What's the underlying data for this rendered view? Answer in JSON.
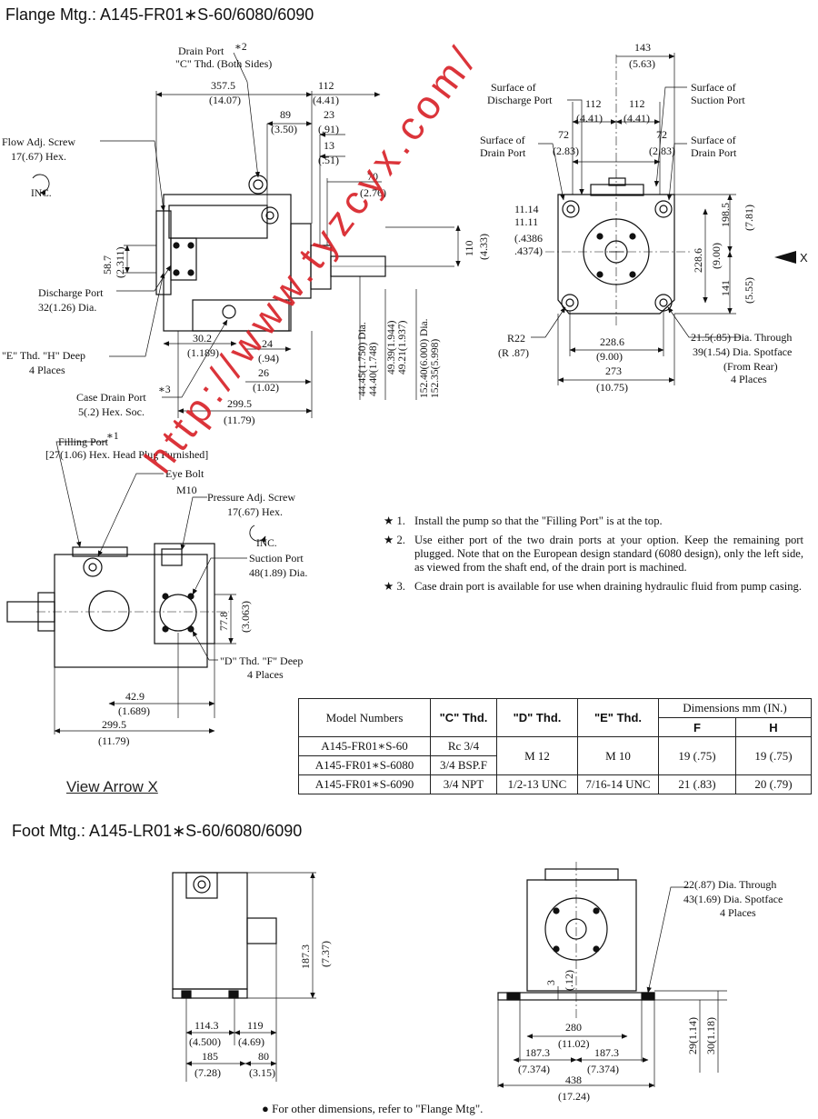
{
  "headings": {
    "flange": "Flange Mtg.:  A145-FR01∗S-60/6080/6090",
    "foot": "Foot Mtg.:  A145-LR01∗S-60/6080/6090"
  },
  "side_view": {
    "drain_port": "Drain Port",
    "drain_port_star": "∗2",
    "c_thd": "\"C\" Thd. (Both Sides)",
    "flow_adj_screw": "Flow Adj. Screw",
    "flow_adj_hex": "17(.67) Hex.",
    "inc": "INC.",
    "discharge_port": "Discharge Port",
    "discharge_dia": "32(1.26) Dia.",
    "e_thd": "\"E\" Thd. \"H\" Deep",
    "e_places": "4 Places",
    "case_drain_port": "Case Drain Port",
    "case_drain_star": "∗3",
    "case_drain_hex": "5(.2) Hex. Soc.",
    "d357": "357.5",
    "d357i": "(14.07)",
    "d112": "112",
    "d112i": "(4.41)",
    "d89": "89",
    "d89i": "(3.50)",
    "d23": "23",
    "d23i": "(.91)",
    "d13": "13",
    "d13i": "(.51)",
    "d70": "70",
    "d70i": "(2.76)",
    "d58": "58.7",
    "d58i": "(2.311)",
    "d30": "30.2",
    "d30i": "(1.189)",
    "d24": "24",
    "d24i": "(.94)",
    "d26": "26",
    "d26i": "(1.02)",
    "d299": "299.5",
    "d299i": "(11.79)",
    "d110": "110",
    "d110i": "(4.33)",
    "vd1": "44.45(1.750) Dia.",
    "vd2": "44.40(1.748)",
    "vd3": "49.39(1.944)",
    "vd4": "49.21(1.937)",
    "vd5": "152.40(6.000) Dia.",
    "vd6": "152.35(5.998)"
  },
  "front_view": {
    "d143": "143",
    "d143i": "(5.63)",
    "surf_discharge": "Surface of",
    "surf_discharge2": "Discharge Port",
    "surf_suction": "Surface of",
    "surf_suction2": "Suction Port",
    "surf_drain_l": "Surface of",
    "surf_drain_l2": "Drain Port",
    "surf_drain_r": "Surface of",
    "surf_drain_r2": "Drain Port",
    "d112a": "112",
    "d112ai": "(4.41)",
    "d112b": "112",
    "d112bi": "(4.41)",
    "d72a": "72",
    "d72ai": "(2.83)",
    "d72b": "72",
    "d72bi": "(2.83)",
    "k1": "11.14",
    "k2": "11.11",
    "k3": "(.4386",
    "k4": ".4374)",
    "d198": "198.5",
    "d198i": "(7.81)",
    "d228v": "228.6",
    "d228vi": "(9.00)",
    "d141": "141",
    "d141i": "(5.55)",
    "x_label": "X",
    "r22": "R22",
    "r22i": "(R .87)",
    "d228h": "228.6",
    "d228hi": "(9.00)",
    "d273": "273",
    "d273i": "(10.75)",
    "hole1": "21.5(.85) Dia. Through",
    "hole2": "39(1.54) Dia. Spotface",
    "hole3": "(From Rear)",
    "hole4": "4 Places"
  },
  "arrow_view": {
    "filling_port": "Filling Port",
    "filling_star": "∗1",
    "filling_hex": "[27(1.06) Hex. Head Plug Furnished]",
    "eye_bolt": "Eye Bolt",
    "m10": "M10",
    "pressure_adj": "Pressure Adj. Screw",
    "pressure_hex": "17(.67) Hex.",
    "inc": "INC.",
    "suction_port": "Suction Port",
    "suction_dia": "48(1.89) Dia.",
    "d77": "77.8",
    "d77i": "(3.063)",
    "d_thd": "\"D\" Thd. \"F\" Deep",
    "d_places": "4 Places",
    "d42": "42.9",
    "d42i": "(1.689)",
    "d299": "299.5",
    "d299i": "(11.79)",
    "view_arrow_x": "View Arrow X"
  },
  "notes": [
    {
      "num": "★ 1.",
      "text": "Install the pump so that the \"Filling Port\" is at the top."
    },
    {
      "num": "★ 2.",
      "text": "Use either port of the two drain ports at your option. Keep the remaining port plugged. Note that on the European design standard (6080 design), only the left side, as viewed from the shaft end, of the drain port is machined."
    },
    {
      "num": "★ 3.",
      "text": "Case drain port is available for use when draining hydraulic fluid from pump casing."
    }
  ],
  "table": {
    "headers": {
      "model": "Model Numbers",
      "c": "\"C\" Thd.",
      "d": "\"D\" Thd.",
      "e": "\"E\" Thd.",
      "dims": "Dimensions mm (IN.)",
      "f": "F",
      "h": "H"
    },
    "rows": [
      {
        "model": "A145-FR01∗S-60",
        "c": "Rc 3/4"
      },
      {
        "model": "A145-FR01∗S-6080",
        "c": "3/4 BSP.F"
      },
      {
        "model": "A145-FR01∗S-6090",
        "c": "3/4 NPT",
        "d": "1/2-13 UNC",
        "e": "7/16-14 UNC",
        "f": "21 (.83)",
        "h": "20 (.79)"
      }
    ],
    "merged": {
      "d": "M 12",
      "e": "M 10",
      "f": "19 (.75)",
      "h": "19 (.75)"
    }
  },
  "foot_side": {
    "d187": "187.3",
    "d187i": "(7.37)",
    "d114": "114.3",
    "d114i": "(4.500)",
    "d119": "119",
    "d119i": "(4.69)",
    "d185": "185",
    "d185i": "(7.28)",
    "d80": "80",
    "d80i": "(3.15)"
  },
  "foot_front": {
    "hole1": "22(.87) Dia. Through",
    "hole2": "43(1.69) Dia. Spotface",
    "hole3": "4 Places",
    "d3": "3",
    "d3i": "(.12)",
    "d280": "280",
    "d280i": "(11.02)",
    "d187a": "187.3",
    "d187ai": "(7.374)",
    "d187b": "187.3",
    "d187bi": "(7.374)",
    "d438": "438",
    "d438i": "(17.24)",
    "d29": "29(1.14)",
    "d30": "30(1.18)"
  },
  "footnote": "● For other dimensions, refer to \"Flange Mtg\".",
  "watermark": "http://www.tyzcyx.com/",
  "colors": {
    "line": "#111111",
    "watermark": "#d8232a",
    "background": "#ffffff"
  }
}
